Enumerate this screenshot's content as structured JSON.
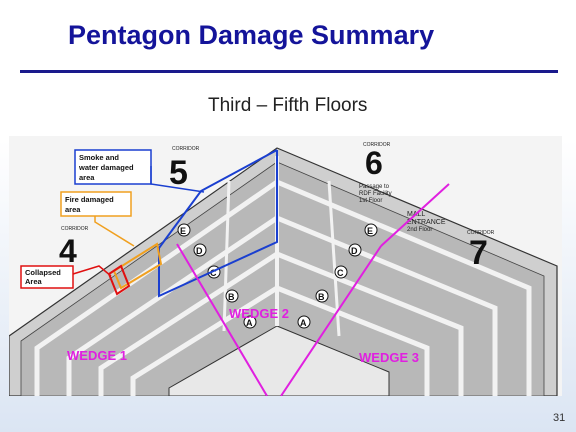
{
  "slide": {
    "title": "Pentagon Damage Summary",
    "subtitle": "Third – Fifth Floors",
    "page_number": "31"
  },
  "diagram": {
    "corridors": [
      {
        "label": "CORRIDOR",
        "number": "5"
      },
      {
        "label": "CORRIDOR",
        "number": "6"
      },
      {
        "label": "CORRIDOR",
        "number": "4"
      },
      {
        "label": "CORRIDOR",
        "number": "7"
      }
    ],
    "rings": [
      "E",
      "D",
      "C",
      "B",
      "A"
    ],
    "wedges": [
      "WEDGE 1",
      "WEDGE 2",
      "WEDGE 3"
    ],
    "callouts": {
      "smoke": [
        "Smoke and",
        "water damaged",
        "area"
      ],
      "fire": [
        "Fire damaged",
        "area"
      ],
      "collapsed": [
        "Collapsed",
        "Area"
      ],
      "passage": [
        "Passage to",
        "RDF Facility",
        "1st Floor"
      ],
      "mall": [
        "MALL",
        "ENTRANCE",
        "2nd Floor"
      ]
    },
    "colors": {
      "smoke": "#1a3fd0",
      "fire": "#f0a020",
      "collapsed": "#e01010",
      "wedge_lines": "#e020e0",
      "title": "#14149a"
    }
  }
}
